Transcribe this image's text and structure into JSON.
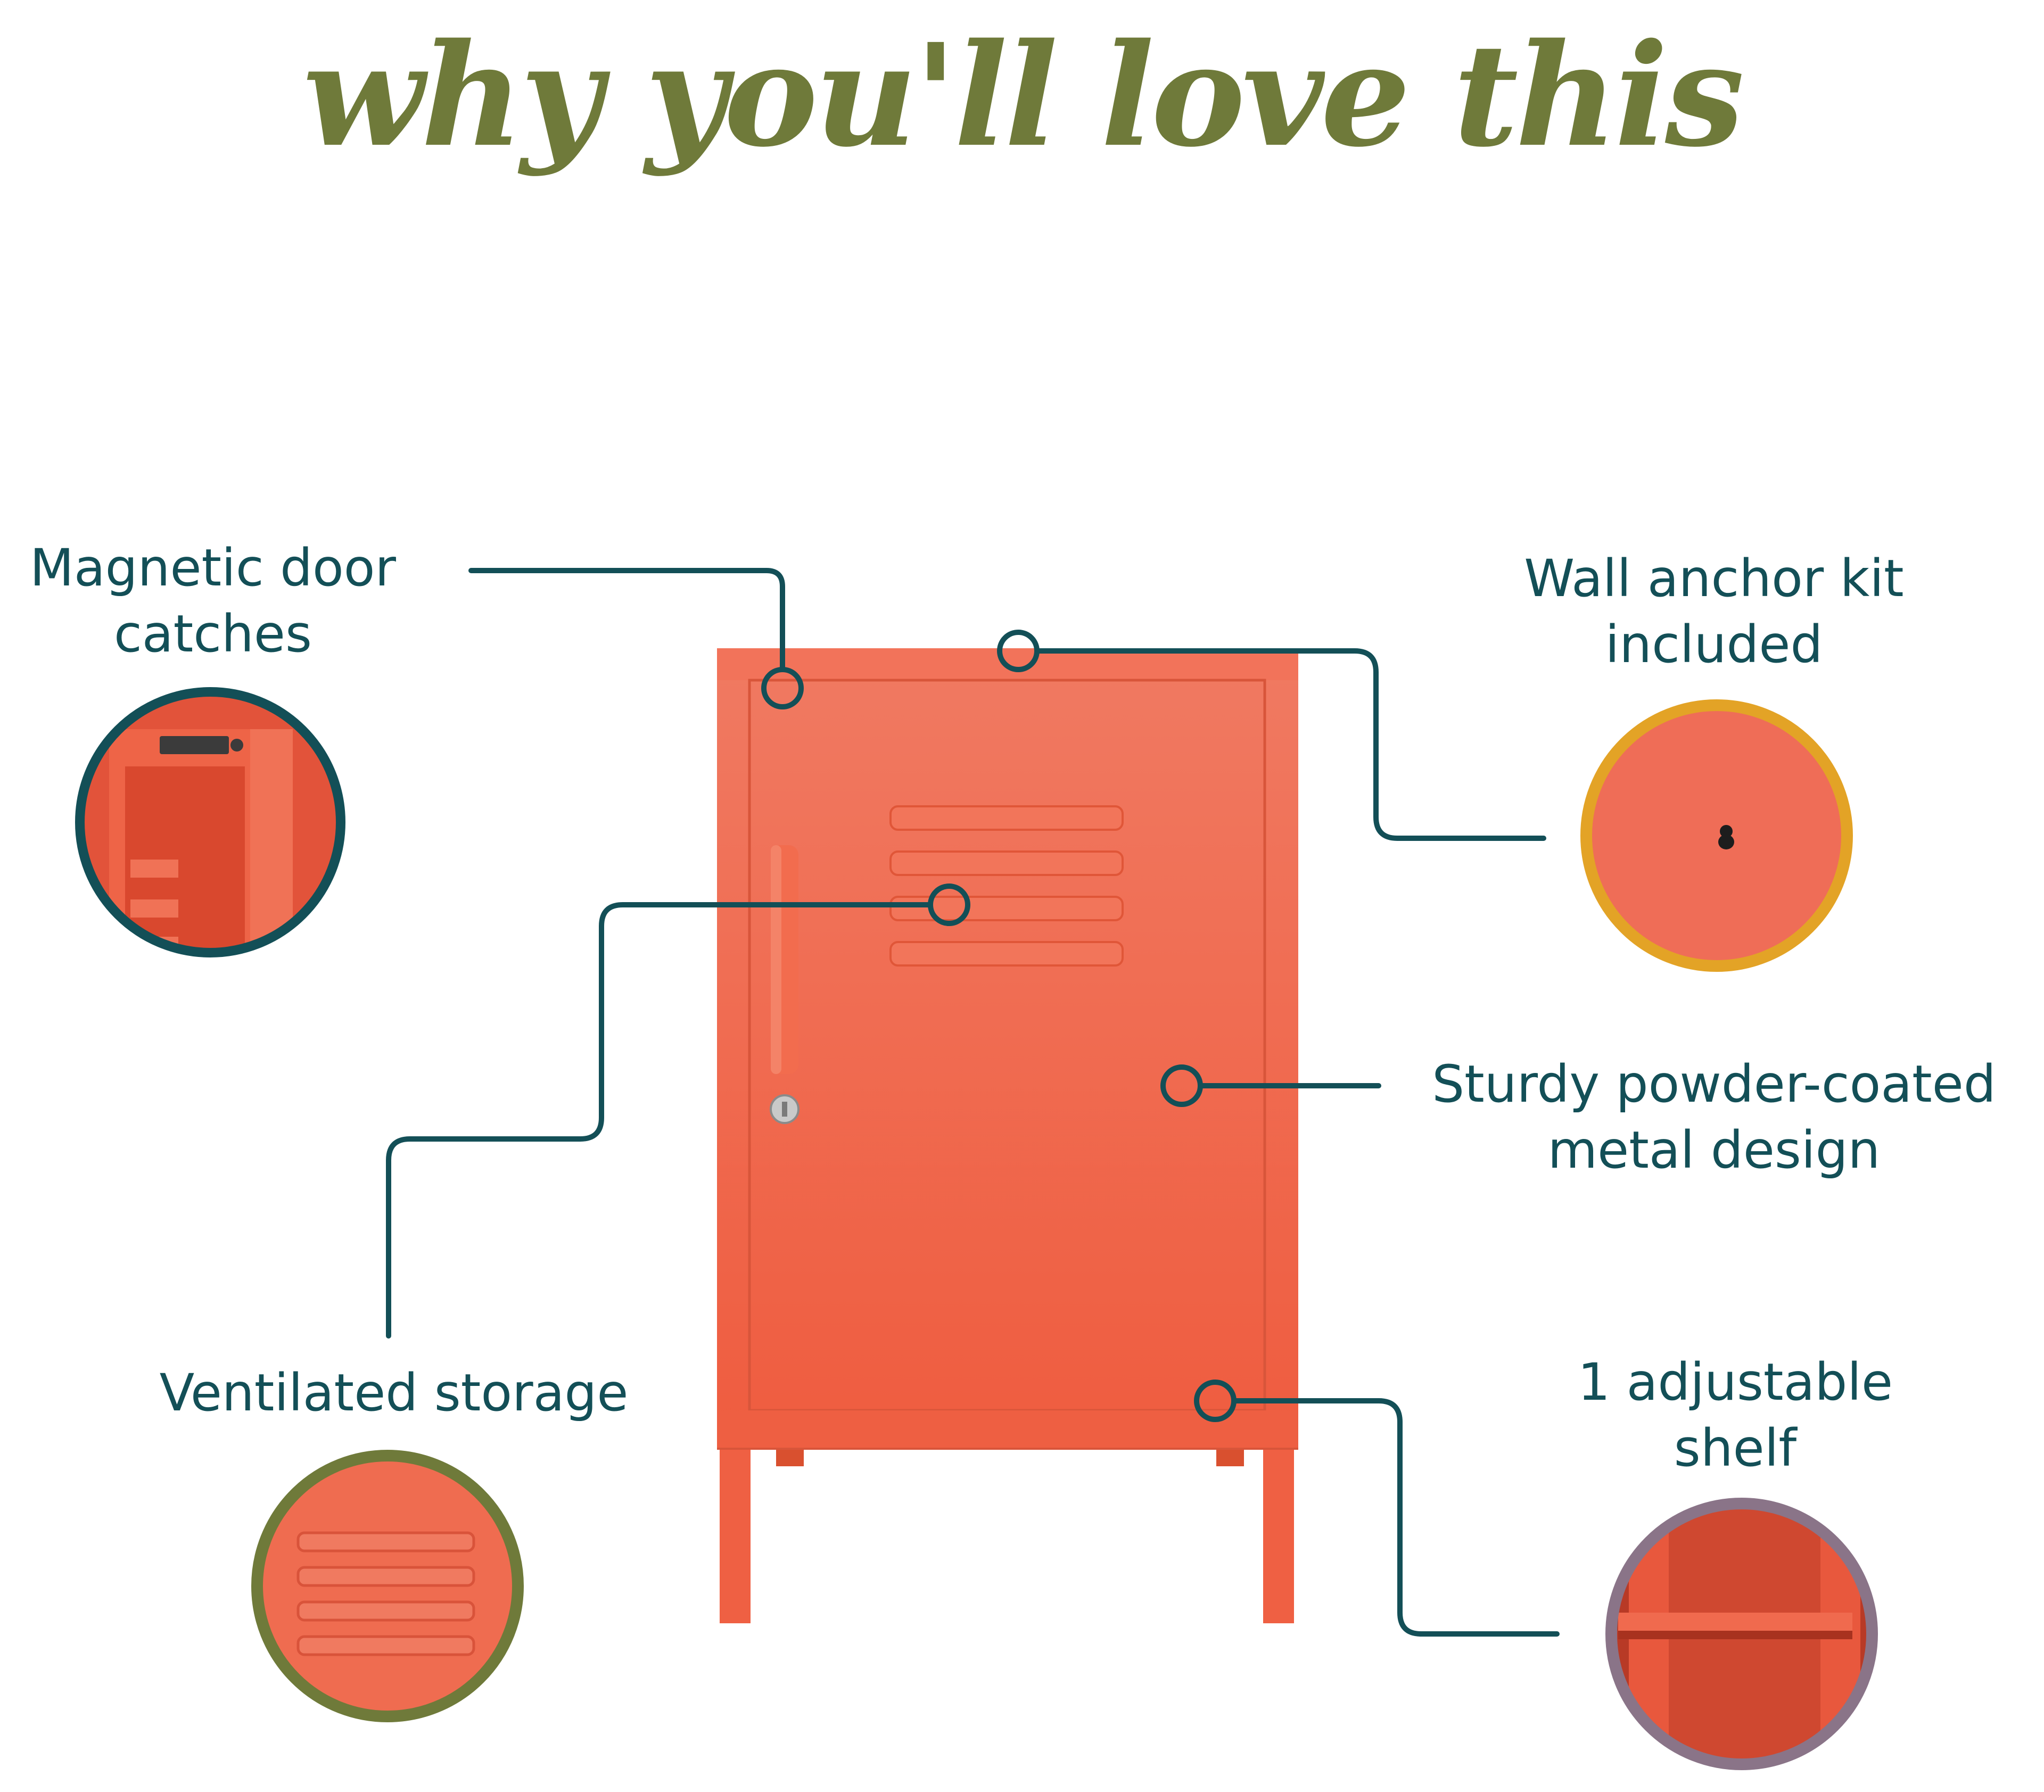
{
  "title": "why you'll love this",
  "features": {
    "magnetic": {
      "line1": "Magnetic door",
      "line2": "catches"
    },
    "wall_anchor": {
      "line1": "Wall anchor kit",
      "line2": "included"
    },
    "sturdy": {
      "line1": "Sturdy powder-coated",
      "line2": "metal design"
    },
    "ventilated": {
      "line1": "Ventilated storage"
    },
    "shelf": {
      "line1": "1 adjustable",
      "line2": "shelf"
    }
  },
  "colors": {
    "title": "#6f7a3a",
    "text": "#134f57",
    "cabinet": "#f0684b",
    "accent_gold": "#e3a326",
    "accent_olive": "#6f7a3a",
    "accent_mauve": "#8a7488"
  }
}
